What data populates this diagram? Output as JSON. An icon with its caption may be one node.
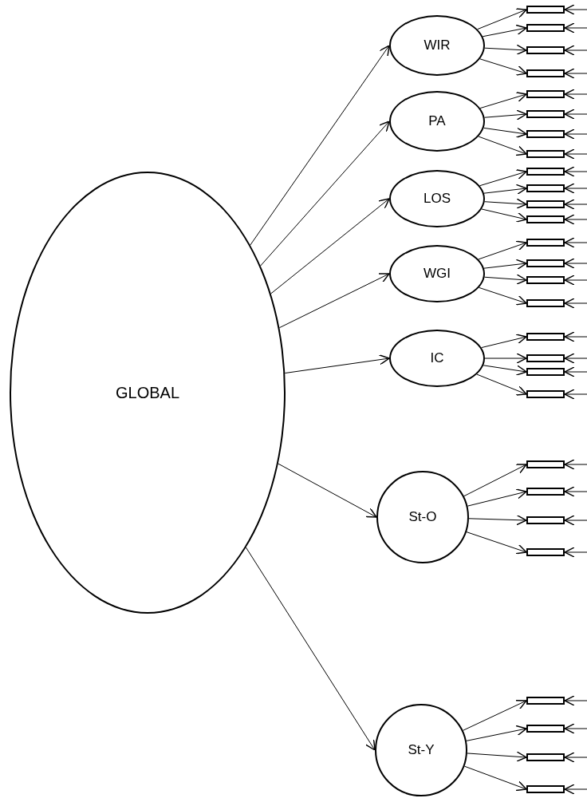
{
  "diagram": {
    "nodes": [
      {
        "text": [
          "GLOBAL"
        ]
      },
      {
        "text": [
          "WIR"
        ]
      },
      {
        "text": [
          "PA"
        ]
      },
      {
        "text": [
          "LOS"
        ]
      },
      {
        "text": [
          "WGI"
        ]
      },
      {
        "text": [
          "IC"
        ]
      },
      {
        "text": [
          "St-O"
        ]
      },
      {
        "text": [
          "St-Y"
        ]
      },
      {
        "text": [],
        "shape": "box"
      },
      {
        "text": [],
        "shape": "box"
      },
      {
        "text": [],
        "shape": "box"
      },
      {
        "text": [],
        "shape": "box"
      },
      {
        "text": [],
        "shape": "box"
      },
      {
        "text": [],
        "shape": "box"
      },
      {
        "text": [],
        "shape": "box"
      },
      {
        "text": [],
        "shape": "box"
      },
      {
        "text": [],
        "shape": "box"
      },
      {
        "text": [],
        "shape": "box"
      },
      {
        "text": [],
        "shape": "box"
      },
      {
        "text": [],
        "shape": "box"
      },
      {
        "text": [],
        "shape": "box"
      },
      {
        "text": [],
        "shape": "box"
      },
      {
        "text": [],
        "shape": "box"
      },
      {
        "text": [],
        "shape": "box"
      },
      {
        "text": [],
        "shape": "box"
      },
      {
        "text": [],
        "shape": "box"
      },
      {
        "text": [],
        "shape": "box"
      },
      {
        "text": [],
        "shape": "box"
      },
      {
        "text": [],
        "shape": "box"
      },
      {
        "text": [],
        "shape": "box"
      },
      {
        "text": [],
        "shape": "box"
      },
      {
        "text": [],
        "shape": "box"
      },
      {
        "text": [],
        "shape": "box"
      },
      {
        "text": [],
        "shape": "box"
      },
      {
        "text": [],
        "shape": "box"
      },
      {
        "text": [],
        "shape": "box"
      }
    ],
    "edges": [
      {
        "from": 0,
        "to": 1,
        "arrow": "to"
      },
      {
        "from": 0,
        "to": 2,
        "arrow": "to"
      },
      {
        "from": 0,
        "to": 3,
        "arrow": "to"
      },
      {
        "from": 0,
        "to": 4,
        "arrow": "to"
      },
      {
        "from": 0,
        "to": 5,
        "arrow": "to"
      },
      {
        "from": 0,
        "to": 6,
        "arrow": "to"
      },
      {
        "from": 0,
        "to": 7,
        "arrow": "to"
      },
      {
        "from": 1,
        "to": 8,
        "arrow": "to"
      },
      {
        "from": 1,
        "to": 9,
        "arrow": "to"
      },
      {
        "from": 1,
        "to": 10,
        "arrow": "to"
      },
      {
        "from": 1,
        "to": 11,
        "arrow": "to"
      },
      {
        "from": 2,
        "to": 12,
        "arrow": "to"
      },
      {
        "from": 2,
        "to": 13,
        "arrow": "to"
      },
      {
        "from": 2,
        "to": 14,
        "arrow": "to"
      },
      {
        "from": 2,
        "to": 15,
        "arrow": "to"
      },
      {
        "from": 3,
        "to": 16,
        "arrow": "to"
      },
      {
        "from": 3,
        "to": 17,
        "arrow": "to"
      },
      {
        "from": 3,
        "to": 18,
        "arrow": "to"
      },
      {
        "from": 3,
        "to": 19,
        "arrow": "to"
      },
      {
        "from": 4,
        "to": 20,
        "arrow": "to"
      },
      {
        "from": 4,
        "to": 21,
        "arrow": "to"
      },
      {
        "from": 4,
        "to": 22,
        "arrow": "to"
      },
      {
        "from": 4,
        "to": 23,
        "arrow": "to"
      },
      {
        "from": 5,
        "to": 24,
        "arrow": "to"
      },
      {
        "from": 5,
        "to": 25,
        "arrow": "to"
      },
      {
        "from": 5,
        "to": 26,
        "arrow": "to"
      },
      {
        "from": 5,
        "to": 27,
        "arrow": "to"
      },
      {
        "from": 6,
        "to": 28,
        "arrow": "to"
      },
      {
        "from": 6,
        "to": 29,
        "arrow": "to"
      },
      {
        "from": 6,
        "to": 30,
        "arrow": "to"
      },
      {
        "from": 6,
        "to": 31,
        "arrow": "to"
      },
      {
        "from": 7,
        "to": 32,
        "arrow": "to"
      },
      {
        "from": 7,
        "to": 33,
        "arrow": "to"
      },
      {
        "from": 7,
        "to": 34,
        "arrow": "to"
      },
      {
        "from": 7,
        "to": 35,
        "arrow": "to"
      },
      {
        "from": null,
        "to": 8,
        "arrow": "to"
      },
      {
        "from": null,
        "to": 9,
        "arrow": "to"
      },
      {
        "from": null,
        "to": 10,
        "arrow": "to"
      },
      {
        "from": null,
        "to": 11,
        "arrow": "to"
      },
      {
        "from": null,
        "to": 12,
        "arrow": "to"
      },
      {
        "from": null,
        "to": 13,
        "arrow": "to"
      },
      {
        "from": null,
        "to": 14,
        "arrow": "to"
      },
      {
        "from": null,
        "to": 15,
        "arrow": "to"
      },
      {
        "from": null,
        "to": 16,
        "arrow": "to"
      },
      {
        "from": null,
        "to": 17,
        "arrow": "to"
      },
      {
        "from": null,
        "to": 18,
        "arrow": "to"
      },
      {
        "from": null,
        "to": 19,
        "arrow": "to"
      },
      {
        "from": null,
        "to": 20,
        "arrow": "to"
      },
      {
        "from": null,
        "to": 21,
        "arrow": "to"
      },
      {
        "from": null,
        "to": 22,
        "arrow": "to"
      },
      {
        "from": null,
        "to": 23,
        "arrow": "to"
      },
      {
        "from": null,
        "to": 24,
        "arrow": "to"
      },
      {
        "from": null,
        "to": 25,
        "arrow": "to"
      },
      {
        "from": null,
        "to": 26,
        "arrow": "to"
      },
      {
        "from": null,
        "to": 27,
        "arrow": "to"
      },
      {
        "from": null,
        "to": 28,
        "arrow": "to"
      },
      {
        "from": null,
        "to": 29,
        "arrow": "to"
      },
      {
        "from": null,
        "to": 30,
        "arrow": "to"
      },
      {
        "from": null,
        "to": 31,
        "arrow": "to"
      },
      {
        "from": null,
        "to": 32,
        "arrow": "to"
      },
      {
        "from": null,
        "to": 33,
        "arrow": "to"
      },
      {
        "from": null,
        "to": 34,
        "arrow": "to"
      },
      {
        "from": null,
        "to": 35,
        "arrow": "to"
      }
    ]
  }
}
